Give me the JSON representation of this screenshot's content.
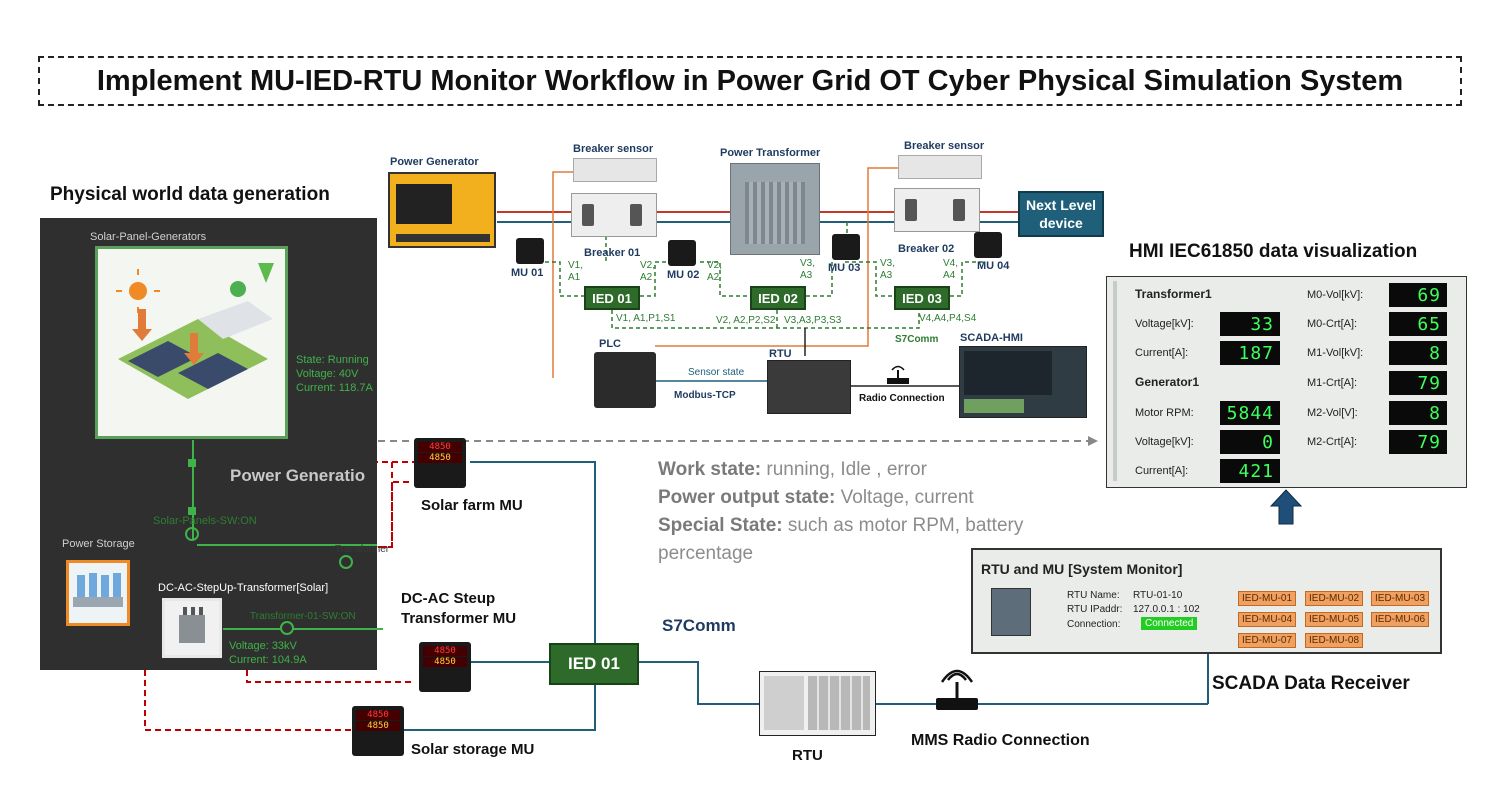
{
  "title": "Implement MU-IED-RTU Monitor Workflow in Power Grid OT  Cyber Physical Simulation System",
  "physical": {
    "heading": "Physical world data generation",
    "solar_title": "Solar-Panel-Generators",
    "state": "State: Running",
    "voltage": "Voltage: 40V",
    "current": "Current: 118.7A",
    "power_gen": "Power Generatio",
    "switch_label": "Solar-Panels-SW:ON",
    "storage_title": "Power Storage",
    "stepup_title": "DC-AC-StepUp-Transformer[Solar]",
    "transformer_cut": "Transformer",
    "transformer_sw": "Transformer-01-SW:ON",
    "t_voltage": "Voltage: 33kV",
    "t_current": "Current: 104.9A"
  },
  "top_diagram": {
    "power_generator": "Power Generator",
    "breaker_sensor_1": "Breaker sensor",
    "breaker_sensor_2": "Breaker sensor",
    "power_transformer": "Power Transformer",
    "breaker_01": "Breaker 01",
    "breaker_02": "Breaker 02",
    "next_level": "Next Level device",
    "mu01": "MU 01",
    "mu02": "MU 02",
    "mu03": "MU 03",
    "mu04": "MU 04",
    "v1a1": "V1, A1",
    "v2a2_l": "V2, A2",
    "v2a2_r": "V2, A2",
    "v3a3_l": "V3, A3",
    "v3a3_r": "V3, A3",
    "v4a4": "V4, A4",
    "ied01": "IED 01",
    "ied02": "IED 02",
    "ied03": "IED 03",
    "bus1": "V1, A1,P1,S1",
    "bus2": "V2, A2,P2,S2",
    "bus3": "V3,A3,P3,S3",
    "bus4": "V4,A4,P4,S4",
    "s7comm": "S7Comm",
    "plc": "PLC",
    "sensor_state": "Sensor state",
    "modbus": "Modbus-TCP",
    "rtu": "RTU",
    "radio": "Radio Connection",
    "scada_hmi": "SCADA-HMI"
  },
  "states": {
    "work_label": "Work state:",
    "work_value": "running, Idle , error",
    "power_label": "Power output state:",
    "power_value": "Voltage, current",
    "special_label": "Special State:",
    "special_value": "such as motor RPM, battery percentage"
  },
  "hmi": {
    "heading": "HMI IEC61850 data visualization",
    "transformer": "Transformer1",
    "voltage_kv": "Voltage[kV]:",
    "current_a": "Current[A]:",
    "generator": "Generator1",
    "motor_rpm": "Motor RPM:",
    "voltage_kv2": "Voltage[kV]:",
    "current_a2": "Current[A]:",
    "v_volt": "33",
    "v_curr": "187",
    "v_rpm": "5844",
    "v_volt2": "0",
    "v_curr2": "421",
    "right_labels": [
      "M0-Vol[kV]:",
      "M0-Crt[A]:",
      "M1-Vol[kV]:",
      "M1-Crt[A]:",
      "M2-Vol[V]:",
      "M2-Crt[A]:"
    ],
    "right_values": [
      "69",
      "65",
      "8",
      "79",
      "8",
      "79"
    ]
  },
  "sysmon": {
    "title": "RTU and MU [System Monitor]",
    "rtu_name_l": "RTU Name:",
    "rtu_name_v": "RTU-01-10",
    "rtu_ip_l": "RTU IPaddr:",
    "rtu_ip_v": "127.0.0.1 : 102",
    "conn_l": "Connection:",
    "conn_v": "Connected",
    "tags": [
      "IED-MU-01",
      "IED-MU-02",
      "IED-MU-03",
      "IED-MU-04",
      "IED-MU-05",
      "IED-MU-06",
      "IED-MU-07",
      "IED-MU-08"
    ]
  },
  "bottom": {
    "solar_mu": "Solar farm MU",
    "dcac_mu": "DC-AC Steup Transformer MU",
    "storage_mu": "Solar storage MU",
    "ied01": "IED 01",
    "s7comm": "S7Comm",
    "rtu": "RTU",
    "mms": "MMS Radio Connection",
    "scada_rx": "SCADA Data Receiver",
    "mu_digits_top": "4850",
    "mu_digits_bot": "4850"
  },
  "colors": {
    "ied_green": "#2e6b2a",
    "navy": "#1f3a5f",
    "link_blue": "#1f5f7a",
    "red_dash": "#c00000",
    "orange_wire": "#e07b39"
  }
}
